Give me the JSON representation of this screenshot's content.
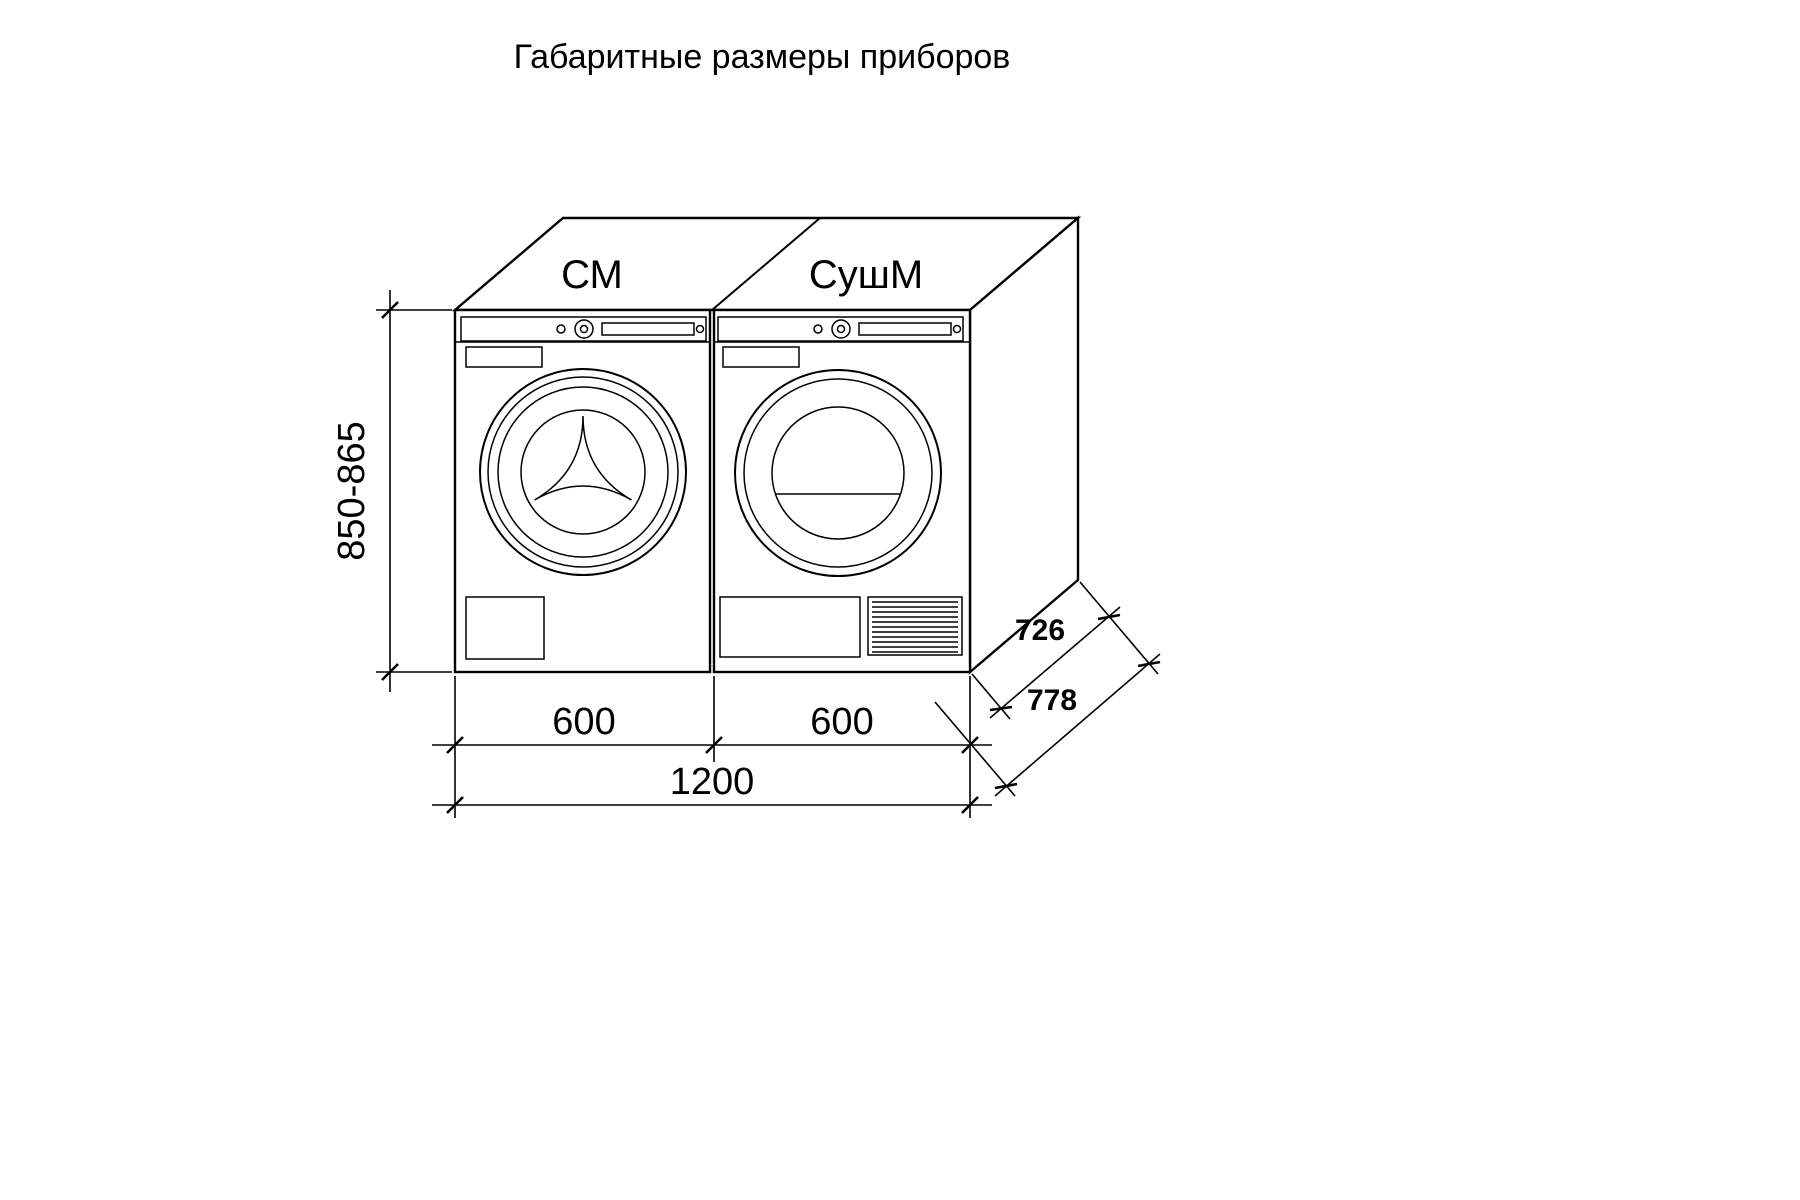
{
  "title": "Габаритные размеры приборов",
  "appliances": {
    "washer_label": "СМ",
    "dryer_label": "СушМ"
  },
  "dimensions": {
    "height": "850-865",
    "washer_width": "600",
    "dryer_width": "600",
    "total_width": "1200",
    "depth_body": "726",
    "depth_total": "778"
  },
  "colors": {
    "line": "#000000",
    "background": "#ffffff"
  }
}
